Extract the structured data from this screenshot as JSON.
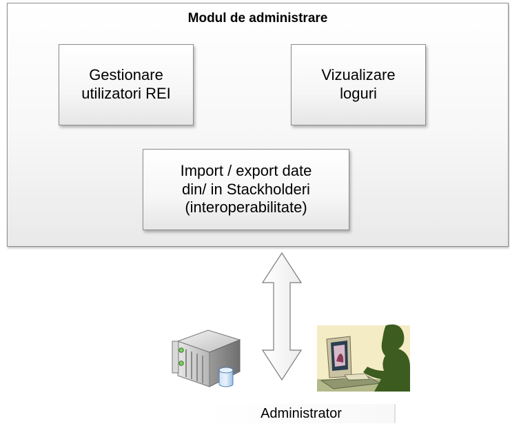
{
  "module": {
    "title": "Modul de administrare",
    "boxes": [
      {
        "label": "Gestionare\nutilizatori REI"
      },
      {
        "label": "Vizualizare\nloguri"
      },
      {
        "label": "Import / export date\ndin/ in  Stackholderi\n(interoperabilitate)"
      }
    ]
  },
  "icons": {
    "arrow": "double-headed-vertical-arrow-icon",
    "server": "server-database-icon",
    "user": "user-at-computer-icon"
  },
  "colors": {
    "user_silhouette": "#3d5c1f",
    "user_background": "#f4ecc4"
  },
  "actor": {
    "label": "Administrator"
  }
}
